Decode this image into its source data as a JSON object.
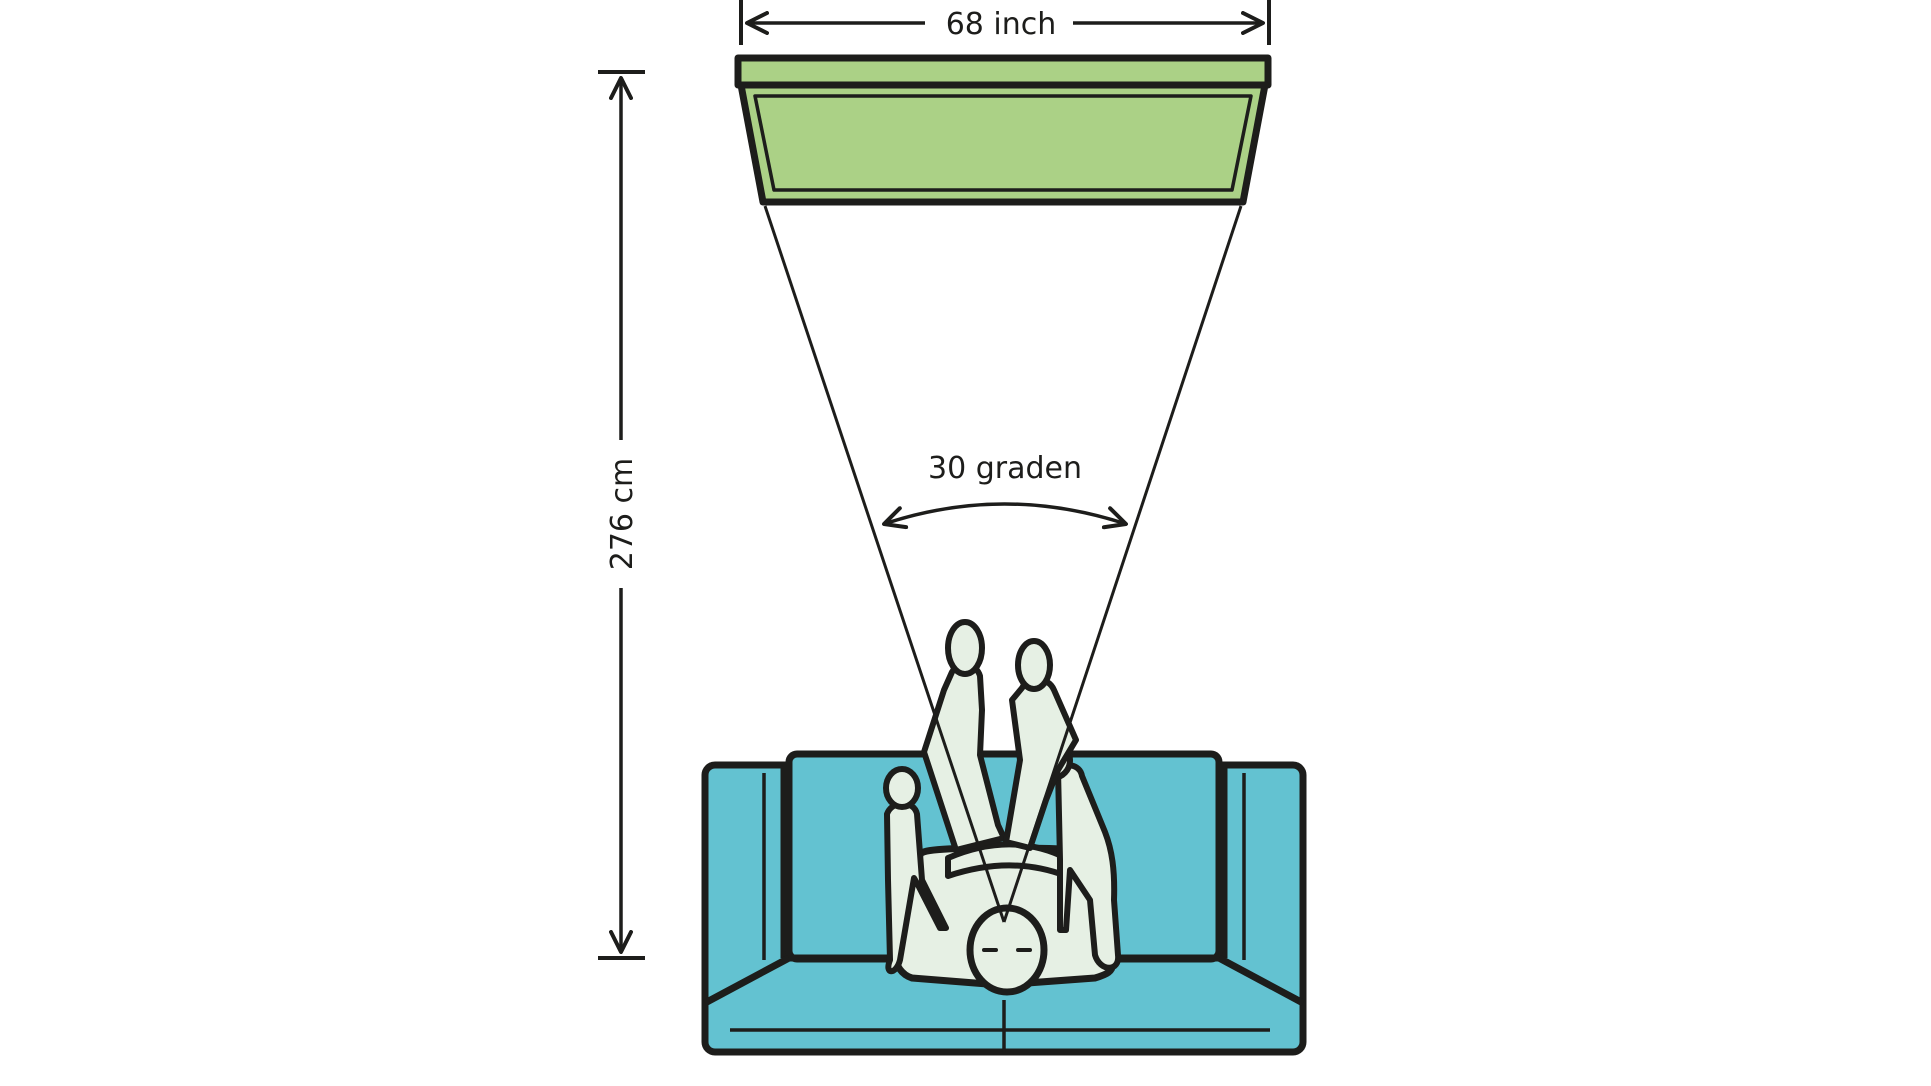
{
  "labels": {
    "width": "68 inch",
    "distance": "276 cm",
    "angle": "30 graden"
  },
  "colors": {
    "outline": "#1d1d1b",
    "screen": "#abd186",
    "sofa": "#63c2d1",
    "person": "#e6f0e4",
    "background": "#ffffff"
  }
}
